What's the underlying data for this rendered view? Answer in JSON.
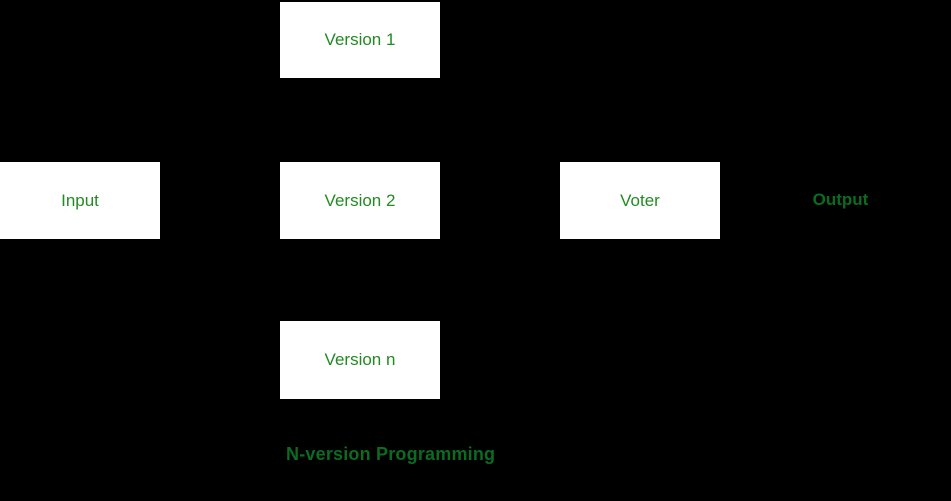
{
  "diagram": {
    "title": "N-version Programming",
    "background_color": "#000000",
    "box_fill_color": "#ffffff",
    "box_label_color": "#228B22",
    "accent_text_color": "#0A6B21",
    "nodes": {
      "version1": {
        "label": "Version 1"
      },
      "input": {
        "label": "Input"
      },
      "version2": {
        "label": "Version 2"
      },
      "voter": {
        "label": "Voter"
      },
      "versionn": {
        "label": "Version n"
      },
      "output": {
        "label": "Output"
      }
    },
    "caption": "N-version Programming"
  }
}
